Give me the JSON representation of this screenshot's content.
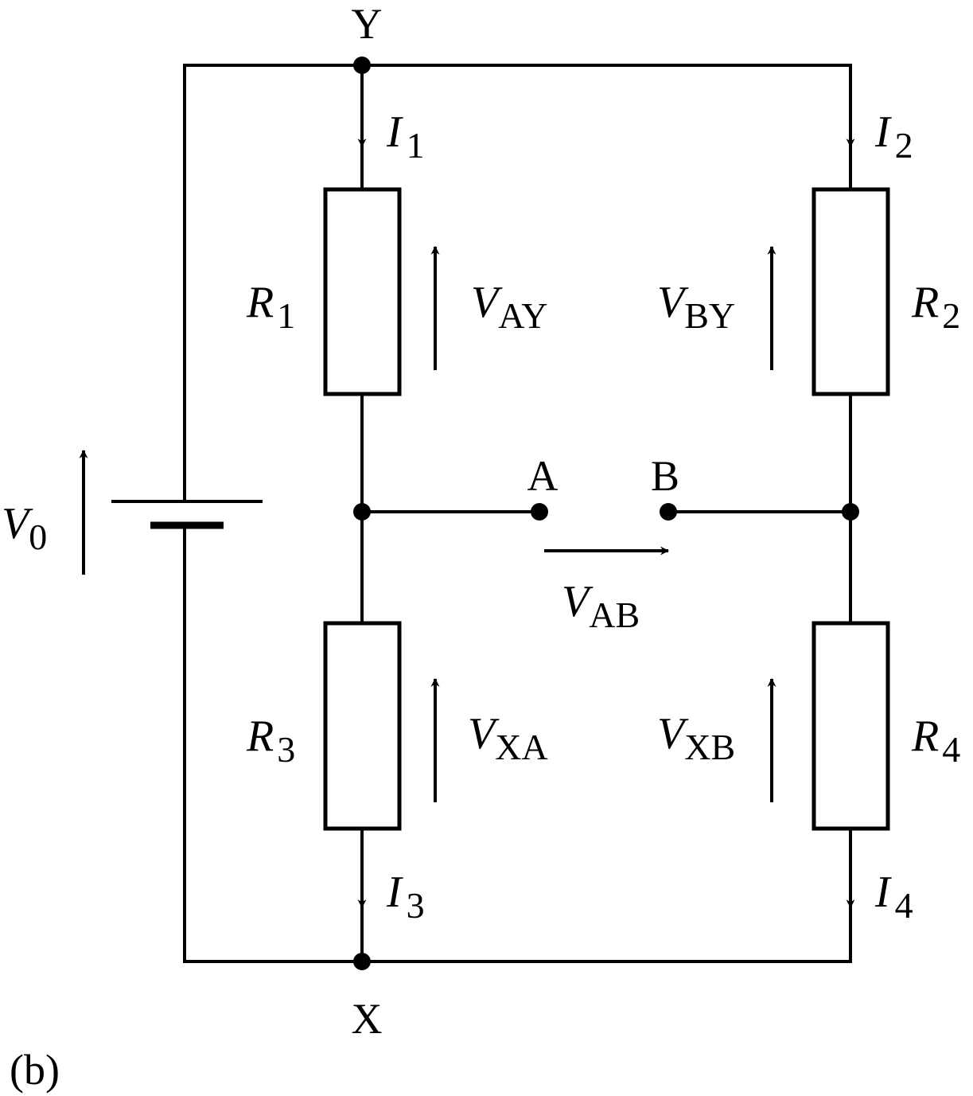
{
  "nodes": {
    "top": "Y",
    "bottom": "X",
    "left_mid": "A",
    "right_mid": "B"
  },
  "resistors": {
    "r1": {
      "main": "R",
      "sub": "1"
    },
    "r2": {
      "main": "R",
      "sub": "2"
    },
    "r3": {
      "main": "R",
      "sub": "3"
    },
    "r4": {
      "main": "R",
      "sub": "4"
    }
  },
  "currents": {
    "i1": {
      "main": "I",
      "sub": "1"
    },
    "i2": {
      "main": "I",
      "sub": "2"
    },
    "i3": {
      "main": "I",
      "sub": "3"
    },
    "i4": {
      "main": "I",
      "sub": "4"
    }
  },
  "voltages": {
    "v0": {
      "main": "V",
      "sub": "0"
    },
    "vay": {
      "main": "V",
      "sub": "AY"
    },
    "vby": {
      "main": "V",
      "sub": "BY"
    },
    "vxa": {
      "main": "V",
      "sub": "XA"
    },
    "vxb": {
      "main": "V",
      "sub": "XB"
    },
    "vab": {
      "main": "V",
      "sub": "AB"
    }
  },
  "panel_label": "(b)"
}
